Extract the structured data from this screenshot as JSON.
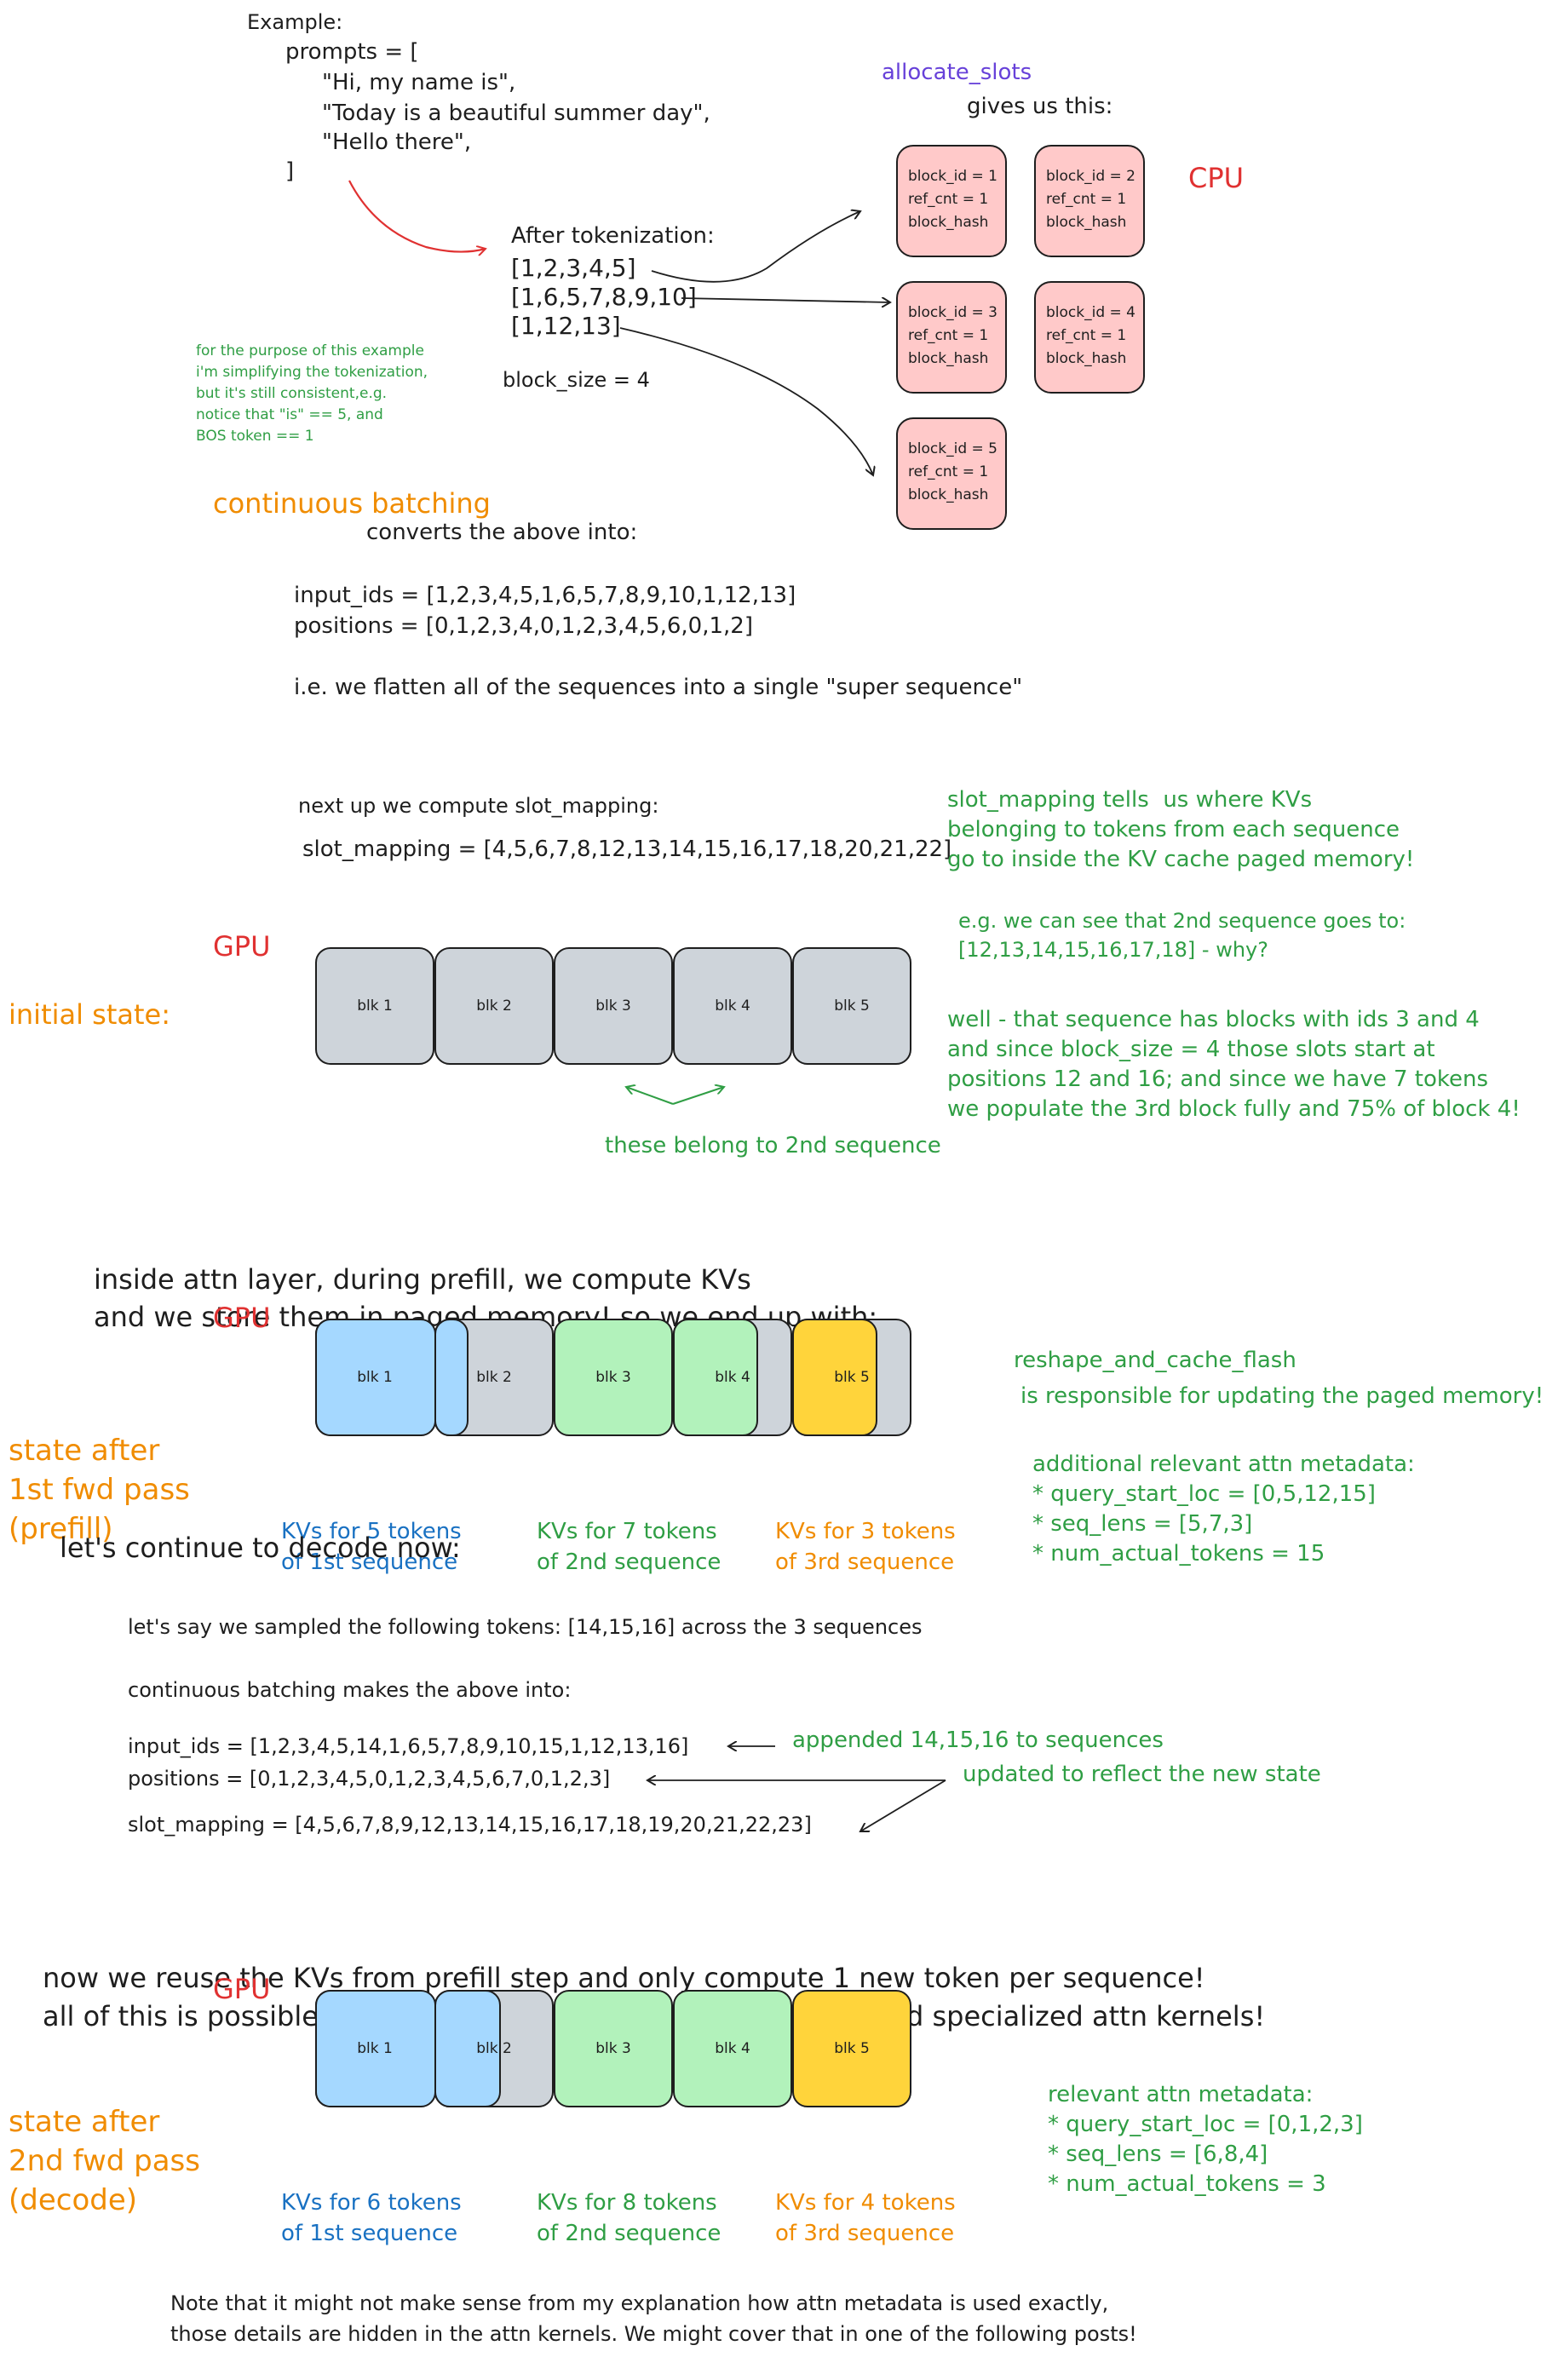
{
  "example": {
    "header": "Example:",
    "prompts_open": "prompts = [",
    "prompt_1": "\"Hi, my name is\",",
    "prompt_2": "\"Today is a beautiful summer day\",",
    "prompt_3": "\"Hello there\",",
    "prompts_close": "]"
  },
  "tokenization": {
    "header": "After tokenization:",
    "seq_1": "[1,2,3,4,5]",
    "seq_2": "[1,6,5,7,8,9,10]",
    "seq_3": "[1,12,13]",
    "block_size": "block_size = 4",
    "note": [
      "for the purpose of this example",
      "i'm simplifying the tokenization,",
      "but it's still consistent,e.g.",
      "notice that \"is\" == 5, and",
      "BOS token == 1"
    ]
  },
  "allocate": {
    "title": "allocate_slots",
    "subtitle": "gives us this:",
    "cpu_label": "CPU",
    "blocks": [
      {
        "id": "block_id = 1",
        "ref": "ref_cnt = 1",
        "hash": "block_hash"
      },
      {
        "id": "block_id = 2",
        "ref": "ref_cnt = 1",
        "hash": "block_hash"
      },
      {
        "id": "block_id = 3",
        "ref": "ref_cnt = 1",
        "hash": "block_hash"
      },
      {
        "id": "block_id = 4",
        "ref": "ref_cnt = 1",
        "hash": "block_hash"
      },
      {
        "id": "block_id = 5",
        "ref": "ref_cnt = 1",
        "hash": "block_hash"
      }
    ]
  },
  "batching": {
    "title": "continuous batching",
    "subtitle": "converts the above into:",
    "input_ids": "input_ids = [1,2,3,4,5,1,6,5,7,8,9,10,1,12,13]",
    "positions": "positions = [0,1,2,3,4,0,1,2,3,4,5,6,0,1,2]",
    "flatten_note": "i.e. we flatten all of the sequences into a single \"super sequence\"",
    "slot_intro": "next up we compute slot_mapping:",
    "slot_mapping": "slot_mapping = [4,5,6,7,8,12,13,14,15,16,17,18,20,21,22]"
  },
  "slot_note": {
    "lines": [
      "slot_mapping tells  us where KVs",
      "belonging to tokens from each sequence",
      "go to inside the KV cache paged memory!"
    ],
    "eg_1": "e.g. we can see that 2nd sequence goes to:",
    "eg_2": "[12,13,14,15,16,17,18] - why?",
    "why": [
      "well - that sequence has blocks with ids 3 and 4",
      "and since block_size = 4 those slots start at",
      "positions 12 and 16; and since we have 7 tokens",
      "we populate the 3rd block fully and 75% of block 4!"
    ]
  },
  "gpu_label": "GPU",
  "block_labels": [
    "blk 1",
    "blk 2",
    "blk 3",
    "blk 4",
    "blk 5"
  ],
  "initial": {
    "label": "initial state:",
    "belong_note": "these belong to 2nd sequence"
  },
  "prefill_intro": [
    "inside attn layer, during prefill, we compute KVs",
    "and we store them in paged memory! so we end up with:"
  ],
  "state1": {
    "label": [
      "state after",
      "1st fwd pass",
      "(prefill)"
    ],
    "kv_1": [
      "KVs for 5 tokens",
      "of 1st sequence"
    ],
    "kv_2": [
      "KVs for 7 tokens",
      "of 2nd sequence"
    ],
    "kv_3": [
      "KVs for 3 tokens",
      "of 3rd sequence"
    ],
    "reshape": [
      "reshape_and_cache_flash",
      "is responsible for updating the paged memory!"
    ],
    "meta": [
      "additional relevant attn metadata:",
      "* query_start_loc = [0,5,12,15]",
      "* seq_lens = [5,7,3]",
      "* num_actual_tokens = 15"
    ]
  },
  "decode": {
    "intro": "let's continue to decode now:",
    "sampled": "let's say we sampled the following tokens: [14,15,16] across the 3 sequences",
    "makes": "continuous batching makes the above into:",
    "input_ids": "input_ids = [1,2,3,4,5,14,1,6,5,7,8,9,10,15,1,12,13,16]",
    "positions": "positions = [0,1,2,3,4,5,0,1,2,3,4,5,6,7,0,1,2,3]",
    "slot_mapping": "slot_mapping = [4,5,6,7,8,9,12,13,14,15,16,17,18,19,20,21,22,23]",
    "appended": "appended 14,15,16 to sequences",
    "updated": "updated to reflect the new state",
    "reuse": [
      "now we reuse the KVs from prefill step and only compute 1 new token per sequence!",
      "all of this is possible thanks to the attn metadata (see right) and specialized attn kernels!"
    ]
  },
  "state2": {
    "label": [
      "state after",
      "2nd fwd pass",
      "(decode)"
    ],
    "kv_1": [
      "KVs for 6 tokens",
      "of 1st sequence"
    ],
    "kv_2": [
      "KVs for 8 tokens",
      "of 2nd sequence"
    ],
    "kv_3": [
      "KVs for 4 tokens",
      "of 3rd sequence"
    ],
    "meta": [
      "relevant attn metadata:",
      "* query_start_loc = [0,1,2,3]",
      "* seq_lens = [6,8,4]",
      "* num_actual_tokens = 3"
    ]
  },
  "footer": [
    "Note that it might not make sense from my explanation how attn metadata is used exactly,",
    "those details are hidden in the attn kernels. We might cover that in one of the following posts!"
  ],
  "colors": {
    "green_text": "#2f9e44",
    "orange_text": "#f08c00",
    "red_text": "#e03131",
    "blue_text": "#1971c2",
    "purple_text": "#6741d9",
    "kv_blue": "#a5d8ff",
    "kv_green": "#b2f2bb",
    "kv_yellow": "#ffd43b",
    "cpu_block": "#ffc9c9",
    "empty_block": "#ced4da"
  }
}
